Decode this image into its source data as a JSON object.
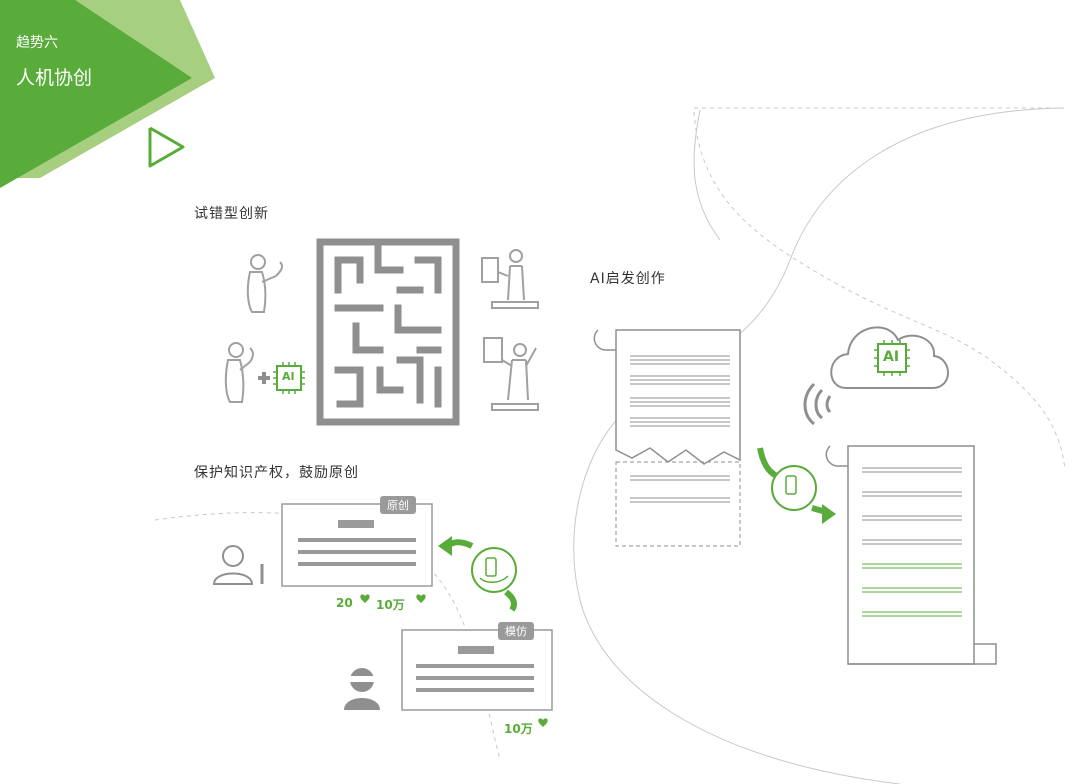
{
  "header": {
    "subtitle": "趋势六",
    "title": "人机协创"
  },
  "sections": {
    "trial_error": "试错型创新",
    "ip_protect": "保护知识产权，鼓励原创",
    "ai_inspire": "AI启发创作"
  },
  "badges": {
    "ai_chip_left": "AI",
    "ai_chip_cloud": "AI"
  },
  "cards": {
    "original_tag": "原创",
    "imitate_tag": "模仿"
  },
  "counts": {
    "original_a": "20",
    "original_b": "10万",
    "imitate": "10万"
  },
  "colors": {
    "accent": "#5aac3a",
    "accent_light": "#a6cf7f",
    "gray": "#8f8f8f",
    "line": "#bdbdbd"
  },
  "icons": [
    "play-arrow-icon",
    "person-thinking-icon",
    "ai-chip-icon",
    "plus-icon",
    "maze-icon",
    "person-presenting-icon",
    "person-celebrating-icon",
    "cloud-icon",
    "wifi-signal-icon",
    "phone-hand-icon",
    "music-score-icon",
    "avatar-icon",
    "thief-icon",
    "heart-icon"
  ]
}
